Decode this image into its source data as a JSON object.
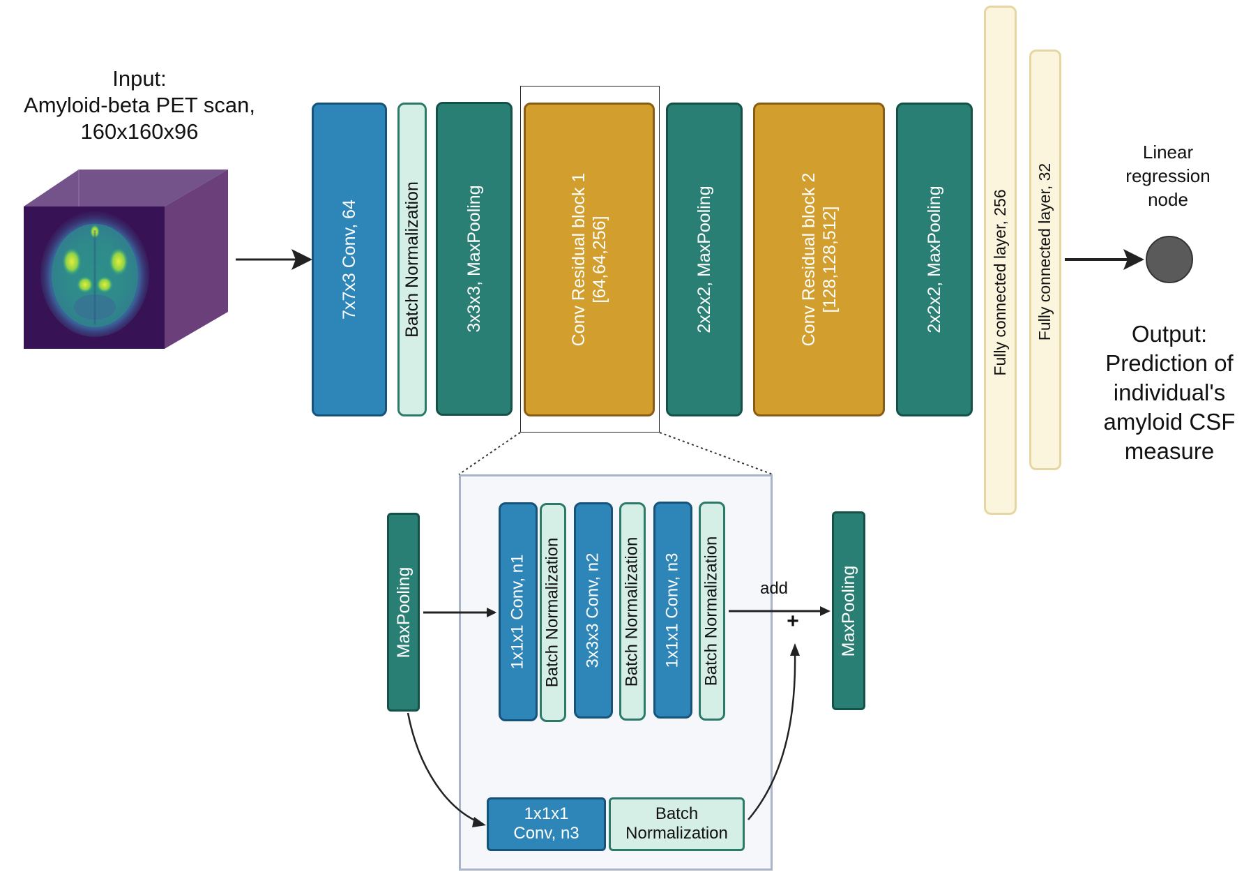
{
  "colors": {
    "conv_blue": "#2e86b8",
    "conv_blue_border": "#16527a",
    "batchnorm_fill": "#d5efe7",
    "batchnorm_border": "#2b7a67",
    "pool_teal": "#2a7f74",
    "pool_border": "#145248",
    "residual_gold": "#d29e2e",
    "residual_border": "#8a5b12",
    "fc_fill": "#fbf5dd",
    "fc_border": "#e6d6a3",
    "node_gray": "#5a5a5a",
    "cube_purple": "#6a3f7a",
    "detail_bg": "#f6f7fb",
    "detail_border": "#aab4c8"
  },
  "input": {
    "title_line1": "Input:",
    "title_line2": "Amyloid-beta PET scan,",
    "title_line3": "160x160x96",
    "cube_image": "pet-brain-scan"
  },
  "main_pipeline": {
    "conv1": "7x7x3 Conv, 64",
    "batchnorm": "Batch Normalization",
    "maxpool1": "3x3x3, MaxPooling",
    "resblock1_line1": "Conv Residual block 1",
    "resblock1_line2": "[64,64,256]",
    "maxpool2": "2x2x2, MaxPooling",
    "resblock2_line1": "Conv Residual block 2",
    "resblock2_line2": "[128,128,512]",
    "maxpool3": "2x2x2, MaxPooling",
    "fc1": "Fully connected layer, 256",
    "fc2": "Fully connected layer, 32"
  },
  "output": {
    "node_label_line1": "Linear",
    "node_label_line2": "regression",
    "node_label_line3": "node",
    "title_line1": "Output:",
    "title_line2": "Prediction of",
    "title_line3": "individual's",
    "title_line4": "amyloid CSF",
    "title_line5": "measure"
  },
  "residual_detail": {
    "left_pool": "MaxPooling",
    "right_pool": "MaxPooling",
    "conv_a": "1x1x1 Conv, n1",
    "bn_a": "Batch Normalization",
    "conv_b": "3x3x3 Conv, n2",
    "bn_b": "Batch Normalization",
    "conv_c": "1x1x1 Conv, n3",
    "bn_c": "Batch Normalization",
    "add_label": "add",
    "plus_sign": "+",
    "shortcut_conv_line1": "1x1x1",
    "shortcut_conv_line2": "Conv, n3",
    "shortcut_bn_line1": "Batch",
    "shortcut_bn_line2": "Normalization"
  }
}
